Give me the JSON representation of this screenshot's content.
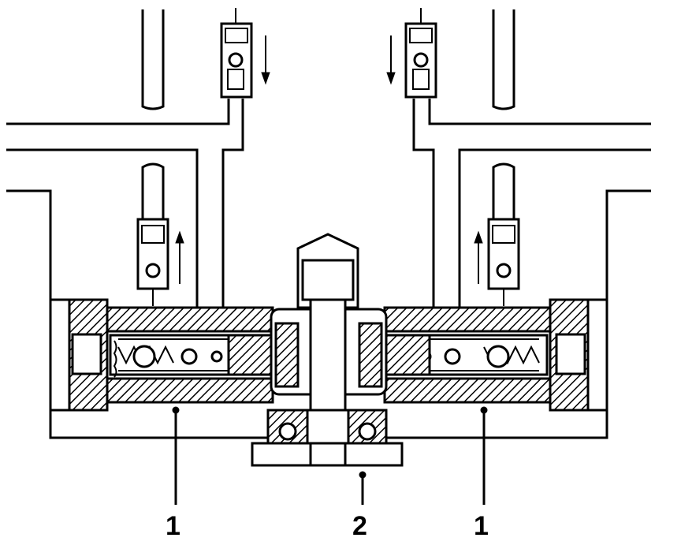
{
  "callouts": [
    {
      "id": "callout-left",
      "label": "1"
    },
    {
      "id": "callout-center",
      "label": "2"
    },
    {
      "id": "callout-right",
      "label": "1"
    }
  ]
}
